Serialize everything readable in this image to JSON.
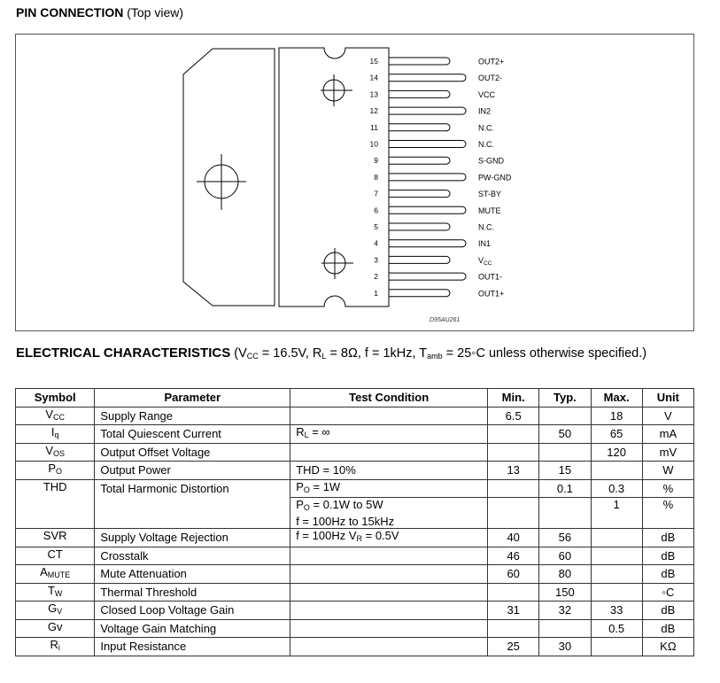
{
  "pin_connection": {
    "title": "PIN CONNECTION",
    "subtitle": "(Top view)",
    "drawing_code": "D95AU261",
    "pins": [
      {
        "n": "15",
        "label": "OUT2+"
      },
      {
        "n": "14",
        "label": "OUT2-"
      },
      {
        "n": "13",
        "label": "VCC"
      },
      {
        "n": "12",
        "label": "IN2"
      },
      {
        "n": "11",
        "label": "N.C."
      },
      {
        "n": "10",
        "label": "N.C."
      },
      {
        "n": "9",
        "label": "S-GND"
      },
      {
        "n": "8",
        "label": "PW-GND"
      },
      {
        "n": "7",
        "label": "ST-BY"
      },
      {
        "n": "6",
        "label": "MUTE"
      },
      {
        "n": "5",
        "label": "N.C."
      },
      {
        "n": "4",
        "label": "IN1"
      },
      {
        "n": "3",
        "label": "V",
        "sub": "CC"
      },
      {
        "n": "2",
        "label": "OUT1-"
      },
      {
        "n": "1",
        "label": "OUT1+"
      }
    ]
  },
  "electrical": {
    "title": "ELECTRICAL CHARACTERISTICS",
    "conditions": {
      "p1": "(V",
      "s1": "CC",
      "p2": " = 16.5V, R",
      "s2": "L",
      "p3": " = 8Ω, f = 1kHz, T",
      "s3": "amb",
      "p4": " = 25◦C unless otherwise specified.)"
    },
    "headers": [
      "Symbol",
      "Parameter",
      "Test Condition",
      "Min.",
      "Typ.",
      "Max.",
      "Unit"
    ],
    "rows": [
      {
        "sym": "V",
        "sub": "CC",
        "param": "Supply Range",
        "cond": "",
        "min": "6.5",
        "typ": "",
        "max": "18",
        "unit": "V"
      },
      {
        "sym": "I",
        "sub": "q",
        "param": "Total Quiescent Current",
        "cond": "R",
        "cond_sub": "L",
        "cond_rest": " = ∞",
        "min": "",
        "typ": "50",
        "max": "65",
        "unit": "mA"
      },
      {
        "sym": "V",
        "sub": "OS",
        "param": "Output Offset Voltage",
        "cond": "",
        "min": "",
        "typ": "",
        "max": "120",
        "unit": "mV"
      },
      {
        "sym": "P",
        "sub": "O",
        "param": "Output Power",
        "cond": "THD = 10%",
        "min": "13",
        "typ": "15",
        "max": "",
        "unit": "W"
      },
      {
        "sym": "THD",
        "sub": "",
        "param": "Total Harmonic Distortion",
        "cond": "P",
        "cond_sub": "O",
        "cond_rest": " = 1W",
        "min": "",
        "typ": "0.1",
        "max": "0.3",
        "unit": "%"
      },
      {
        "sym": "",
        "sub": "",
        "param": "",
        "cond": "P",
        "cond_sub": "O",
        "cond_rest": " = 0.1W to 5W",
        "cond_line2": "f = 100Hz to 15kHz",
        "min": "",
        "typ": "",
        "max": "1",
        "unit": "%"
      },
      {
        "sym": "SVR",
        "sub": "",
        "param": "Supply Voltage Rejection",
        "cond": "f = 100Hz V",
        "cond_sub": "R",
        "cond_rest": " = 0.5V",
        "min": "40",
        "typ": "56",
        "max": "",
        "unit": "dB"
      },
      {
        "sym": "CT",
        "sub": "",
        "param": "Crosstalk",
        "cond": "",
        "min": "46",
        "typ": "60",
        "max": "",
        "unit": "dB"
      },
      {
        "sym": "A",
        "sub": "MUTE",
        "param": "Mute Attenuation",
        "cond": "",
        "min": "60",
        "typ": "80",
        "max": "",
        "unit": "dB"
      },
      {
        "sym": "T",
        "sub": "W",
        "param": "Thermal Threshold",
        "cond": "",
        "min": "",
        "typ": "150",
        "max": "",
        "unit": "◦C"
      },
      {
        "sym": "G",
        "sub": "V",
        "param": "Closed Loop Voltage Gain",
        "cond": "",
        "min": "31",
        "typ": "32",
        "max": "33",
        "unit": "dB"
      },
      {
        "sym": "Gv",
        "sub": "",
        "param": "Voltage Gain Matching",
        "cond": "",
        "min": "",
        "typ": "",
        "max": "0.5",
        "unit": "dB"
      },
      {
        "sym": "R",
        "sub": "i",
        "param": "Input Resistance",
        "cond": "",
        "min": "25",
        "typ": "30",
        "max": "",
        "unit": "KΩ"
      }
    ]
  }
}
